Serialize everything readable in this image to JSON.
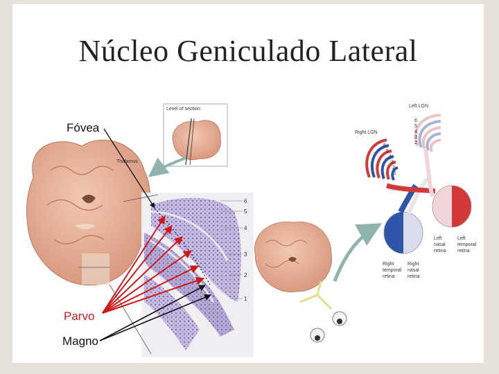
{
  "title": "Núcleo Geniculado Lateral",
  "labels": {
    "fovea": "Fóvea",
    "parvo": "Parvo",
    "magno": "Magno",
    "level_of_section": "Level of section:",
    "thalamus": "Thalamus",
    "right_lgn": "Right LGN",
    "left_lgn": "Left LGN",
    "right_temporal_1": "Right",
    "right_temporal_2": "temporal",
    "right_temporal_3": "retina",
    "right_nasal_1": "Right",
    "right_nasal_2": "nasal",
    "right_nasal_3": "retina",
    "left_nasal_1": "Left",
    "left_nasal_2": "nasal",
    "left_nasal_3": "retina",
    "left_temporal_1": "Left",
    "left_temporal_2": "temporal",
    "left_temporal_3": "retina"
  },
  "layer_numbers": [
    "6",
    "5",
    "4",
    "3",
    "2",
    "1"
  ],
  "colors": {
    "parvo": "#cc1a1a",
    "magno": "#111111",
    "histology": "#9d8fc4",
    "brain": "#e8b49a",
    "left_eye_path": "#d23a3a",
    "right_eye_path": "#2f55a8"
  }
}
